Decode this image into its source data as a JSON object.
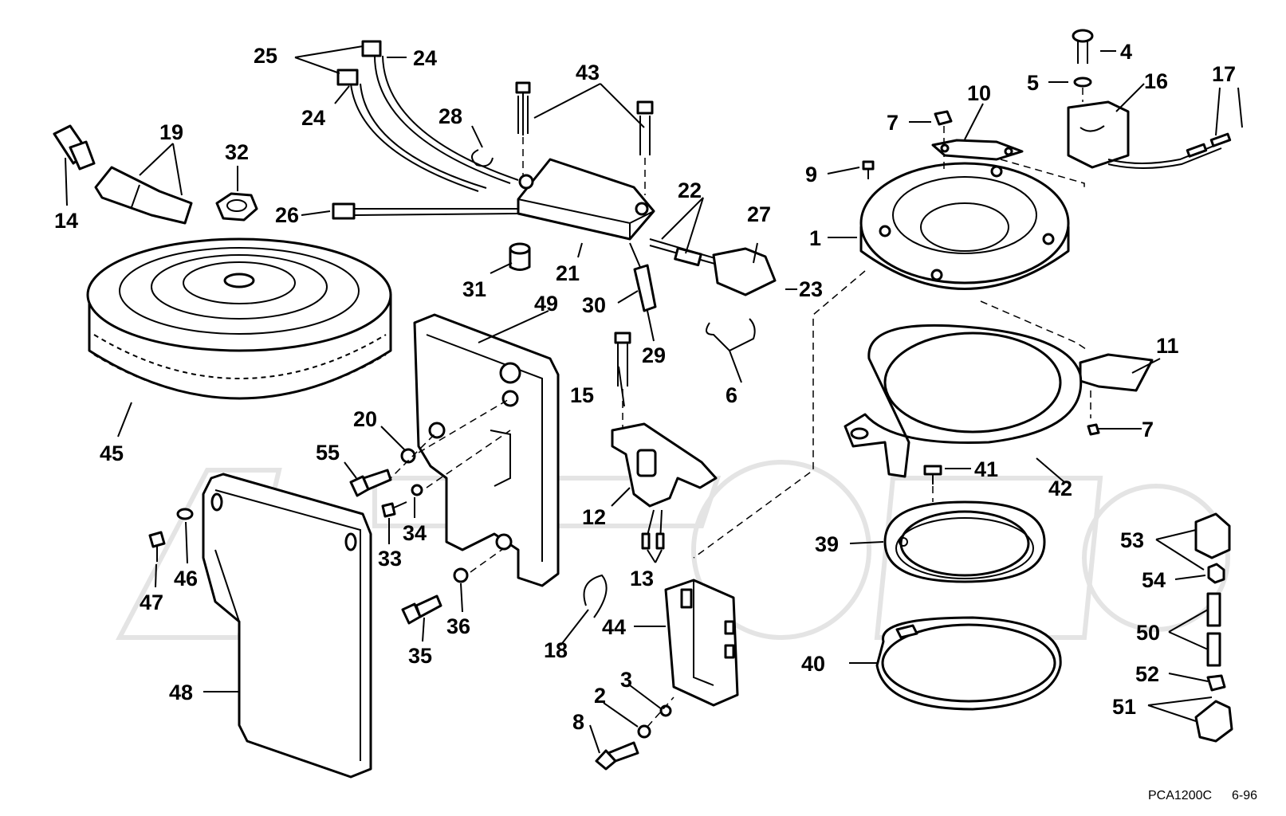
{
  "callouts": {
    "c1": "1",
    "c2": "2",
    "c3": "3",
    "c4": "4",
    "c5": "5",
    "c6": "6",
    "c7a": "7",
    "c7b": "7",
    "c8": "8",
    "c9": "9",
    "c10": "10",
    "c11": "11",
    "c12": "12",
    "c13": "13",
    "c14": "14",
    "c15": "15",
    "c16": "16",
    "c17": "17",
    "c18": "18",
    "c19": "19",
    "c20": "20",
    "c21": "21",
    "c22": "22",
    "c23": "23",
    "c24a": "24",
    "c24b": "24",
    "c25": "25",
    "c26": "26",
    "c27": "27",
    "c28": "28",
    "c29": "29",
    "c30": "30",
    "c31": "31",
    "c32": "32",
    "c33": "33",
    "c34": "34",
    "c35": "35",
    "c36": "36",
    "c39": "39",
    "c40": "40",
    "c41": "41",
    "c42": "42",
    "c43": "43",
    "c44": "44",
    "c45": "45",
    "c46": "46",
    "c47": "47",
    "c48": "48",
    "c49": "49",
    "c50": "50",
    "c51": "51",
    "c52": "52",
    "c53": "53",
    "c54": "54",
    "c55": "55"
  },
  "footer": {
    "drawing_code": "PCA1200C",
    "date_code": "6-96"
  },
  "colors": {
    "line": "#000000",
    "background": "#ffffff",
    "watermark": "#e4e4e4"
  }
}
